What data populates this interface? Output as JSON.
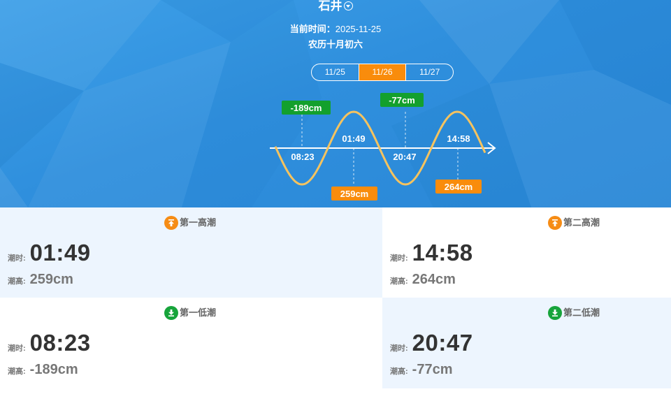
{
  "header": {
    "station": "石井",
    "current_time_label": "当前时间：",
    "current_time": "2025-11-25",
    "lunar_date": "农历十月初六"
  },
  "date_tabs": [
    {
      "label": "11/25",
      "active": false
    },
    {
      "label": "11/26",
      "active": true
    },
    {
      "label": "11/27",
      "active": false
    }
  ],
  "chart_data": {
    "type": "line",
    "series": [
      {
        "time": "01:49",
        "height_cm": 259,
        "kind": "high"
      },
      {
        "time": "08:23",
        "height_cm": -189,
        "kind": "low"
      },
      {
        "time": "14:58",
        "height_cm": 264,
        "kind": "high"
      },
      {
        "time": "20:47",
        "height_cm": -77,
        "kind": "low"
      }
    ],
    "labels": {
      "high1_time": "01:49",
      "high1_height": "259cm",
      "low1_time": "08:23",
      "low1_height": "-189cm",
      "high2_time": "14:58",
      "high2_height": "264cm",
      "low2_time": "20:47",
      "low2_height": "-77cm"
    },
    "colors": {
      "curve": "#f5c35f",
      "high_badge": "#f98c0c",
      "low_badge": "#13a02d",
      "axis": "#ffffff"
    }
  },
  "tides": {
    "time_label": "潮时:",
    "height_label": "潮高:",
    "high1": {
      "title": "第一高潮",
      "time": "01:49",
      "height": "259cm"
    },
    "high2": {
      "title": "第二高潮",
      "time": "14:58",
      "height": "264cm"
    },
    "low1": {
      "title": "第一低潮",
      "time": "08:23",
      "height": "-189cm"
    },
    "low2": {
      "title": "第二低潮",
      "time": "20:47",
      "height": "-77cm"
    }
  },
  "colors": {
    "hero_bg": "#3497e2",
    "panel_light": "#edf5fe",
    "accent_orange": "#f98c0c",
    "accent_green": "#17a43b"
  },
  "icons": {
    "station_dropdown": "chevron-down-circle-icon",
    "high_tide": "arrow-up-icon",
    "low_tide": "arrow-down-icon"
  }
}
